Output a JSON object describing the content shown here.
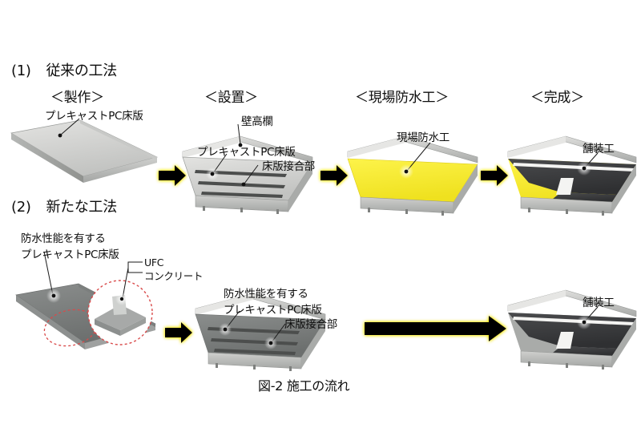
{
  "figure": {
    "caption": "図-2 施工の流れ",
    "colors": {
      "waterproof_yellow": "#f5e733",
      "arrow_black": "#050505",
      "arrow_outline_yellow": "#f2e400",
      "detail_circle_red": "#d94a4a",
      "concrete_light": "#d8d8d6",
      "concrete_mid": "#b9bab8",
      "concrete_dark": "#8f9190",
      "asphalt": "#3a3b3d",
      "lane_line_white": "#f4f4f2",
      "deck_dark_gray": "#6f7271"
    }
  },
  "rows": [
    {
      "number": "(1)",
      "title": "従来の工法",
      "stages": [
        {
          "head": "＜製作＞",
          "labels": [
            "プレキャストPC床版"
          ]
        },
        {
          "head": "＜設置＞",
          "labels": [
            "壁高欄",
            "プレキャストPC床版",
            "床版接合部"
          ]
        },
        {
          "head": "＜現場防水工＞",
          "labels": [
            "現場防水工"
          ]
        },
        {
          "head": "＜完成＞",
          "labels": [
            "舗装工"
          ]
        }
      ]
    },
    {
      "number": "(2)",
      "title": "新たな工法",
      "stages": [
        {
          "head": "",
          "labels": [
            "防水性能を有する",
            "プレキャストPC床版",
            "UFC",
            "コンクリート"
          ]
        },
        {
          "head": "",
          "labels": [
            "防水性能を有する",
            "プレキャストPC床版",
            "床版接合部"
          ]
        },
        {
          "head": "",
          "labels": [
            "舗装工"
          ]
        }
      ]
    }
  ],
  "labels": {
    "r1_title_num": "(1)",
    "r1_title_text": "従来の工法",
    "r1_head_1": "＜製作＞",
    "r1_head_2": "＜設置＞",
    "r1_head_3": "＜現場防水工＞",
    "r1_head_4": "＜完成＞",
    "r1_p1_slab": "プレキャストPC床版",
    "r1_p2_parapet": "壁高欄",
    "r1_p2_slab": "プレキャストPC床版",
    "r1_p2_joint": "床版接合部",
    "r1_p3_waterproof": "現場防水工",
    "r1_p4_pavement": "舗装工",
    "r2_title_num": "(2)",
    "r2_title_text": "新たな工法",
    "r2_p1_slab_line1": "防水性能を有する",
    "r2_p1_slab_line2": "プレキャストPC床版",
    "r2_p1_ufc": "UFC",
    "r2_p1_concrete": "コンクリート",
    "r2_p2_slab_line1": "防水性能を有する",
    "r2_p2_slab_line2": "プレキャストPC床版",
    "r2_p2_joint": "床版接合部",
    "r2_p3_pavement": "舗装工",
    "caption": "図-2 施工の流れ"
  }
}
